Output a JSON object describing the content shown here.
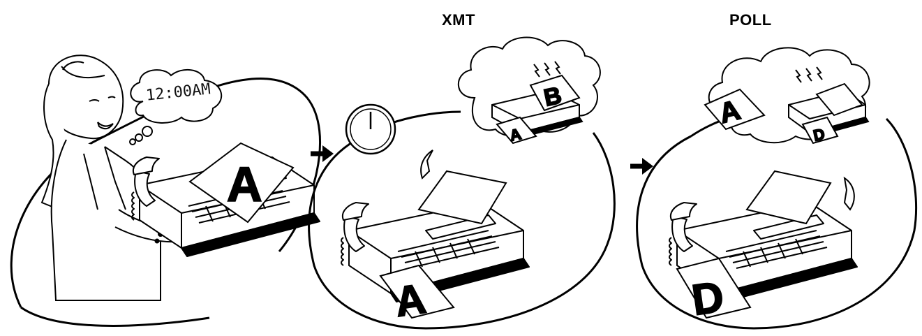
{
  "labels": {
    "xmt": "XMT",
    "poll": "POLL"
  },
  "scene1": {
    "thought_text": "12:00AM",
    "document_letter": "A"
  },
  "scene2": {
    "cloud_document_letter": "B",
    "cloud_output_letter": "A",
    "output_letter": "A"
  },
  "scene3": {
    "cloud_document_letter": "A",
    "cloud_output_letter": "D",
    "output_letter": "D"
  },
  "icons": [
    "person-icon",
    "thought-cloud-icon",
    "fax-machine-icon",
    "clock-icon",
    "arrow-right-icon",
    "lightning-icon",
    "document-icon"
  ]
}
